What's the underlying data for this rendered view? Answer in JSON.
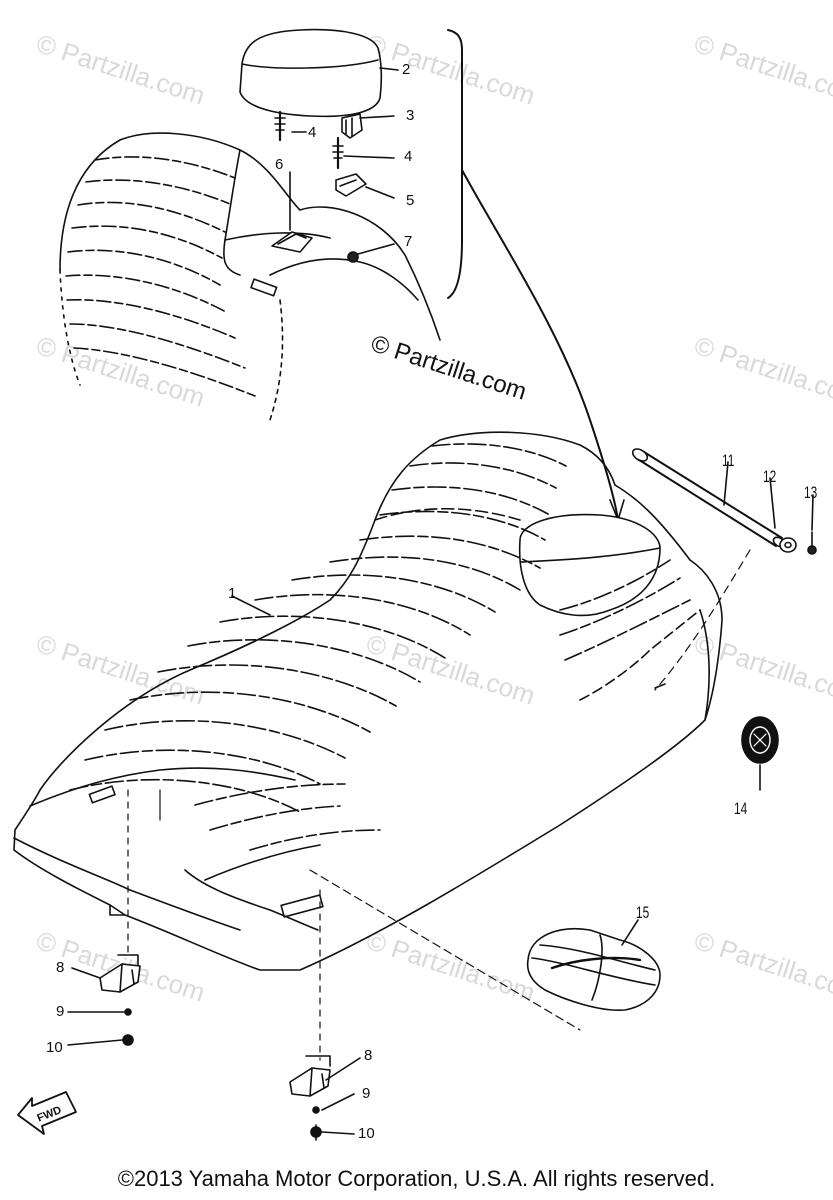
{
  "watermark": {
    "faint": "© Partzilla.com",
    "strong": "© Partzilla.com"
  },
  "callouts": {
    "c1": "1",
    "c2": "2",
    "c3": "3",
    "c4a": "4",
    "c4b": "4",
    "c5": "5",
    "c6": "6",
    "c7": "7",
    "c8a": "8",
    "c8b": "8",
    "c9a": "9",
    "c9b": "9",
    "c10a": "10",
    "c10b": "10",
    "c11": "11",
    "c12": "12",
    "c13": "13",
    "c14": "14",
    "c15": "15"
  },
  "fwd_label": "FWD",
  "copyright": "©2013  Yamaha Motor Corporation, U.S.A. All rights reserved."
}
